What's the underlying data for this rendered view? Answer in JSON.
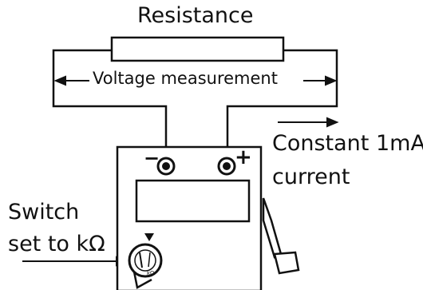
{
  "labels": {
    "title": "Resistance",
    "voltage": "Voltage measurement",
    "current_line1": "Constant 1mA",
    "current_line2": "current",
    "switch_line1": "Switch",
    "switch_line2": "set to kΩ",
    "minus": "−",
    "plus": "+",
    "dial_kohm": "kΩ"
  },
  "colors": {
    "ink": "#111111",
    "background": "#ffffff"
  },
  "icons": [
    "arrow-left-icon",
    "arrow-right-icon",
    "dial-icon",
    "pointer-triangle-icon",
    "probe-terminal-icon"
  ]
}
